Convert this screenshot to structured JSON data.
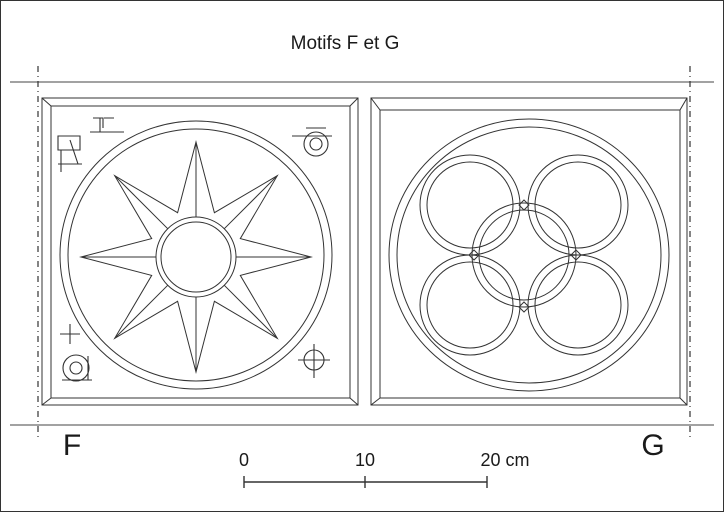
{
  "title": "Motifs F et G",
  "motifs": [
    {
      "letter": "F",
      "description_icon": "eight-pointed-star-rosette"
    },
    {
      "letter": "G",
      "description_icon": "four-interlaced-circles"
    }
  ],
  "scale": {
    "ticks": [
      "0",
      "10",
      "20 cm"
    ]
  },
  "colors": {
    "line": "#333333",
    "background": "#ffffff"
  }
}
